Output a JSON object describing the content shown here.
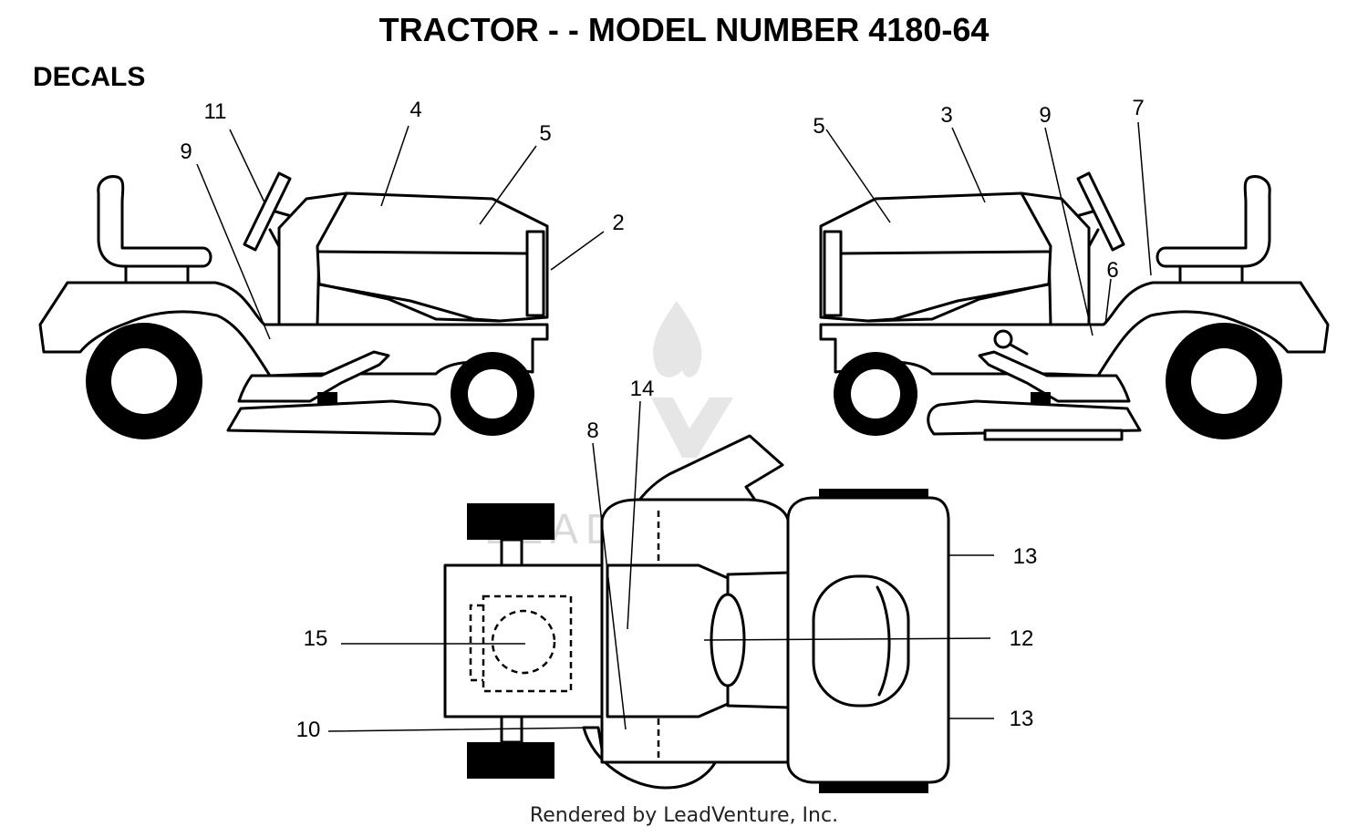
{
  "header": {
    "title": "TRACTOR - - MODEL NUMBER 4180-64",
    "section": "DECALS"
  },
  "callouts": {
    "left_view": [
      "11",
      "9",
      "4",
      "5",
      "2"
    ],
    "right_view": [
      "5",
      "3",
      "9",
      "7",
      "6"
    ],
    "top_view": [
      "14",
      "8",
      "13",
      "12",
      "13",
      "15",
      "10"
    ]
  },
  "watermark": {
    "text": "LEADVENTURE"
  },
  "footer": {
    "credit": "Rendered by LeadVenture, Inc."
  }
}
